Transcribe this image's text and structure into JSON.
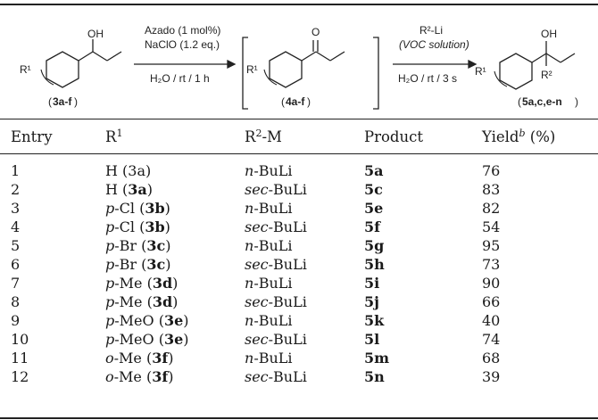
{
  "scheme": {
    "step1": {
      "reagent_1": "Azado (1 mol%)",
      "reagent_2": "NaClO (1.2 eq.)",
      "conditions": "H₂O / rt / 1 h"
    },
    "step2": {
      "reagent_1": "R²-Li",
      "reagent_2": "(VOC solution)",
      "conditions": "H₂O / rt / 3 s"
    },
    "labels": {
      "sm": "3a-f",
      "int": "4a-f",
      "prod": "5a,c,e-n",
      "oh": "OH",
      "o": "O",
      "r1": "R¹",
      "r2": "R²"
    }
  },
  "table": {
    "headers": {
      "entry": "Entry",
      "r1_base": "R",
      "r1_sup": "1",
      "r2m_base": "R",
      "r2m_sup": "2",
      "r2m_suffix": "-M",
      "product": "Product",
      "yield_base": "Yield",
      "yield_sup": "b",
      "yield_suffix": " (%)"
    },
    "rows": [
      {
        "entry": "1",
        "r1_pre": "",
        "r1_sub": "H",
        "r1_cmpd": "3a",
        "cmpd_bold": false,
        "r2_pre": "n",
        "r2_rest": "-BuLi",
        "product": "5a",
        "yield": "76"
      },
      {
        "entry": "2",
        "r1_pre": "",
        "r1_sub": "H",
        "r1_cmpd": "3a",
        "cmpd_bold": true,
        "r2_pre": "sec",
        "r2_rest": "-BuLi",
        "product": "5c",
        "yield": "83"
      },
      {
        "entry": "3",
        "r1_pre": "p",
        "r1_sub": "-Cl",
        "r1_cmpd": "3b",
        "cmpd_bold": true,
        "r2_pre": "n",
        "r2_rest": "-BuLi",
        "product": "5e",
        "yield": "82"
      },
      {
        "entry": "4",
        "r1_pre": "p",
        "r1_sub": "-Cl",
        "r1_cmpd": "3b",
        "cmpd_bold": true,
        "r2_pre": "sec",
        "r2_rest": "-BuLi",
        "product": "5f",
        "yield": "54"
      },
      {
        "entry": "5",
        "r1_pre": "p",
        "r1_sub": "-Br",
        "r1_cmpd": "3c",
        "cmpd_bold": true,
        "r2_pre": "n",
        "r2_rest": "-BuLi",
        "product": "5g",
        "yield": "95"
      },
      {
        "entry": "6",
        "r1_pre": "p",
        "r1_sub": "-Br",
        "r1_cmpd": "3c",
        "cmpd_bold": true,
        "r2_pre": "sec",
        "r2_rest": "-BuLi",
        "product": "5h",
        "yield": "73"
      },
      {
        "entry": "7",
        "r1_pre": "p",
        "r1_sub": "-Me",
        "r1_cmpd": "3d",
        "cmpd_bold": true,
        "r2_pre": "n",
        "r2_rest": "-BuLi",
        "product": "5i",
        "yield": "90"
      },
      {
        "entry": "8",
        "r1_pre": "p",
        "r1_sub": "-Me",
        "r1_cmpd": "3d",
        "cmpd_bold": true,
        "r2_pre": "sec",
        "r2_rest": "-BuLi",
        "product": "5j",
        "yield": "66"
      },
      {
        "entry": "9",
        "r1_pre": "p",
        "r1_sub": "-MeO",
        "r1_cmpd": "3e",
        "cmpd_bold": true,
        "r2_pre": "n",
        "r2_rest": "-BuLi",
        "product": "5k",
        "yield": "40"
      },
      {
        "entry": "10",
        "r1_pre": "p",
        "r1_sub": "-MeO",
        "r1_cmpd": "3e",
        "cmpd_bold": true,
        "r2_pre": "sec",
        "r2_rest": "-BuLi",
        "product": "5l",
        "yield": "74"
      },
      {
        "entry": "11",
        "r1_pre": "o",
        "r1_sub": "-Me",
        "r1_cmpd": "3f",
        "cmpd_bold": true,
        "r2_pre": "n",
        "r2_rest": "-BuLi",
        "product": "5m",
        "yield": "68"
      },
      {
        "entry": "12",
        "r1_pre": "o",
        "r1_sub": "-Me",
        "r1_cmpd": "3f",
        "cmpd_bold": true,
        "r2_pre": "sec",
        "r2_rest": "-BuLi",
        "product": "5n",
        "yield": "39"
      }
    ]
  }
}
